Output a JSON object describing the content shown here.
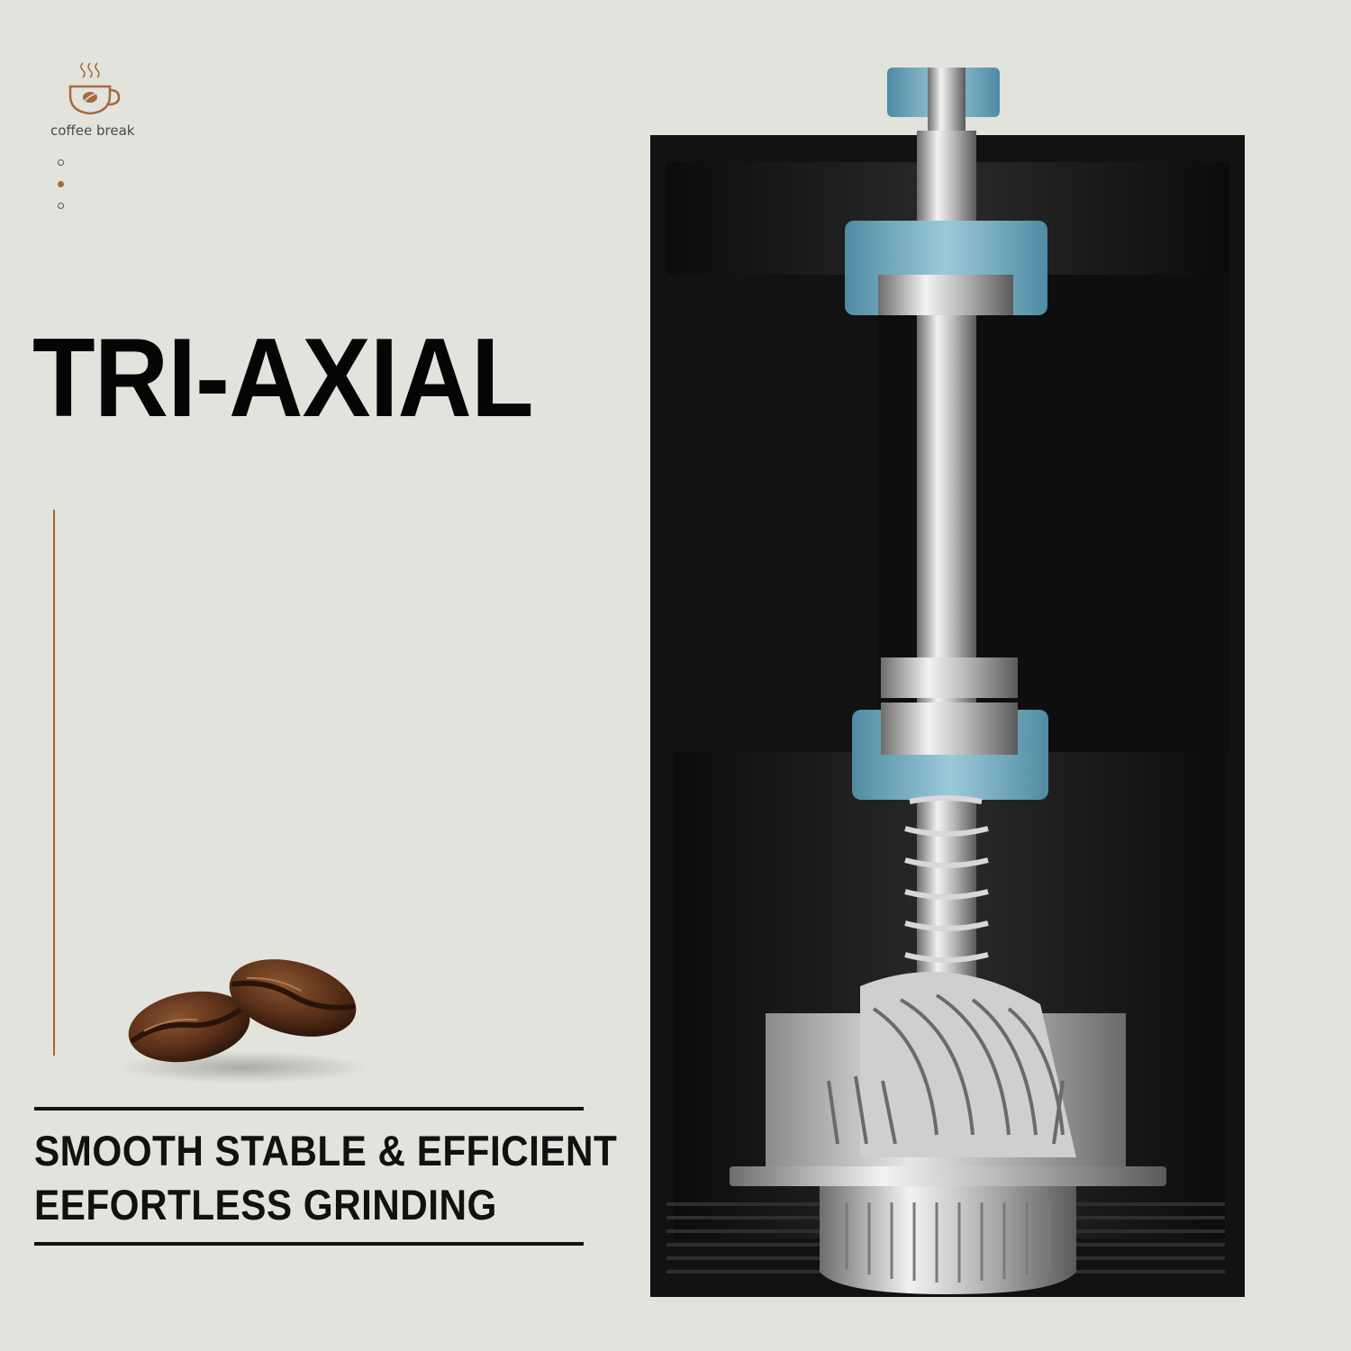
{
  "brand": {
    "logo_text": "coffee break",
    "logo_icon": "coffee-cup-icon",
    "accent_color": "#a86a3c"
  },
  "pager": {
    "count": 3,
    "active_index": 1
  },
  "headline": "TRI-AXIAL",
  "subtitle": {
    "line1": "SMOOTH STABLE & EFFICIENT",
    "line2": "EEFORTLESS GRINDING"
  },
  "colors": {
    "background": "#e3e3de",
    "grinder_body": "#1a1a1a",
    "bearing_blue": "#7fb0c4"
  }
}
